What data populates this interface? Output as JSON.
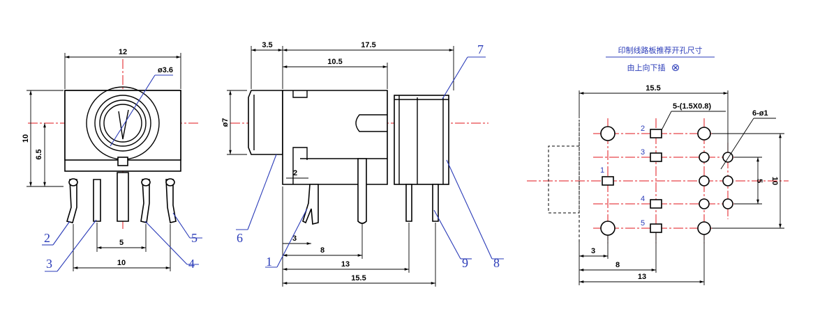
{
  "front_view": {
    "dims": {
      "width": "12",
      "hole": "ø3.6",
      "height": "10",
      "center_height": "6.5",
      "pin_span_inner": "5",
      "pin_span_outer": "10"
    },
    "callouts": [
      "2",
      "3",
      "4",
      "5"
    ]
  },
  "side_view": {
    "dims": {
      "d1": "3.5",
      "d2": "17.5",
      "d3": "10.5",
      "d4": "ø7",
      "d5": "2",
      "d6": "3",
      "d7": "8",
      "d8": "13",
      "d9": "15.5"
    },
    "callouts": [
      "6",
      "1",
      "9",
      "8",
      "7"
    ]
  },
  "pcb_layout": {
    "title": "印制线路板推荐开孔尺寸",
    "subtitle": "由上向下插",
    "subtitle_symbol": "⊗",
    "dims": {
      "width": "15.5",
      "slot": "5-(1.5X0.8)",
      "holes": "6-ø1",
      "pitch_small": "5",
      "pitch_large": "10",
      "x1": "3",
      "x2": "8",
      "x3": "13"
    },
    "pin_labels": [
      "2",
      "3",
      "1",
      "4",
      "5"
    ]
  },
  "colors": {
    "outline": "#000000",
    "centerline": "#e0141b",
    "annotation": "#2a3bb8"
  }
}
